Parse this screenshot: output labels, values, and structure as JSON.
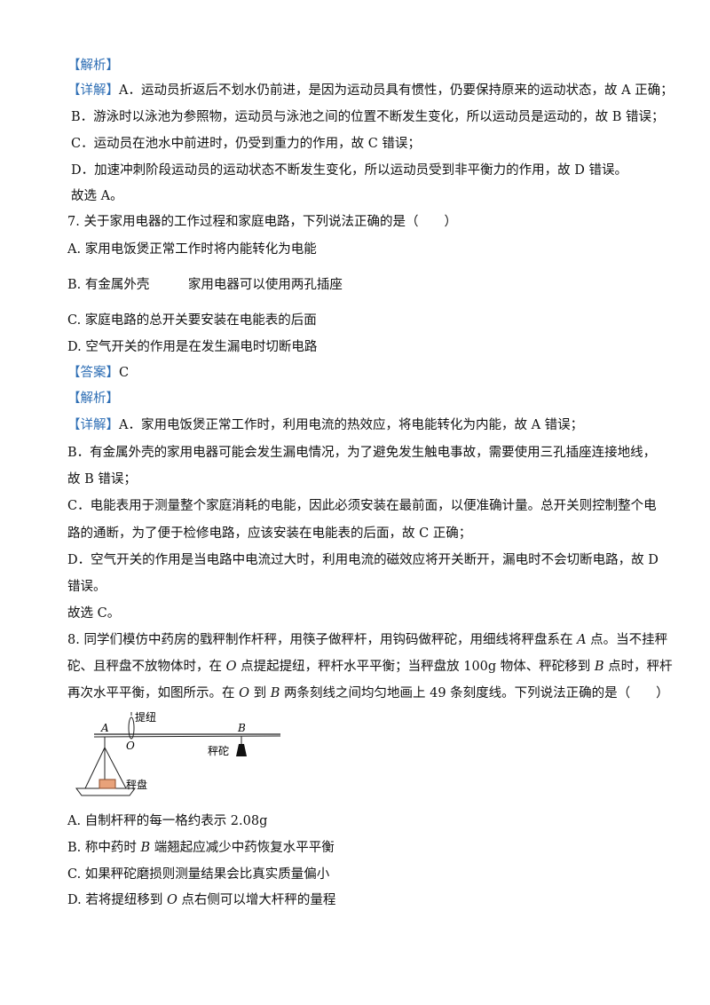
{
  "section_prev": {
    "analysis_tag": "【解析】",
    "detail_tag": "【详解】",
    "line_a": "A．运动员折返后不划水仍前进，是因为运动员具有惯性，仍要保持原来的运动状态，故 A 正确；",
    "line_b": "B．游泳时以泳池为参照物，运动员与泳池之间的位置不断发生变化，所以运动员是运动的，故 B 错误；",
    "line_c": "C．运动员在池水中前进时，仍受到重力的作用，故 C 错误；",
    "line_d": "D．加速冲刺阶段运动员的运动状态不断发生变化，所以运动员受到非平衡力的作用，故 D 错误。",
    "conclusion": "故选 A。"
  },
  "q7": {
    "stem": "7. 关于家用电器的工作过程和家庭电路，下列说法正确的是（　　）",
    "options": [
      "A. 家用电饭煲正常工作时将内能转化为电能",
      "B. 有金属外壳　　　家用电器可以使用两孔插座",
      "C. 家庭电路的总开关要安装在电能表的后面",
      "D. 空气开关的作用是在发生漏电时切断电路"
    ],
    "answer_tag": "【答案】",
    "answer": "C",
    "analysis_tag": "【解析】",
    "detail_tag": "【详解】",
    "detail_a": "A．家用电饭煲正常工作时，利用电流的热效应，将电能转化为内能，故 A 错误；",
    "detail_b1": "B．有金属外壳的家用电器可能会发生漏电情况，为了避免发生触电事故，需要使用三孔插座连接地线，",
    "detail_b2": "故 B 错误；",
    "detail_c1": "C．电能表用于测量整个家庭消耗的电能，因此必须安装在最前面，以便准确计量。总开关则控制整个电",
    "detail_c2": "路的通断，为了便于检修电路，应该安装在电能表的后面，故 C 正确；",
    "detail_d1": "D．空气开关的作用是当电路中电流过大时，利用电流的磁效应将开关断开，漏电时不会切断电路，故 D",
    "detail_d2": "错误。",
    "conclusion": "故选 C。"
  },
  "q8": {
    "stem1a": "8. 同学们模仿中药房的戥秤制作杆秤，用筷子做秤杆，用钩码做秤砣，用细线将秤盘系在 ",
    "stem1_pointA": "A",
    "stem1b": " 点。当不挂秤",
    "stem2a": "砣、且秤盘不放物体时，在 ",
    "stem2_pointO": "O",
    "stem2b": " 点提起提纽，秤杆水平平衡；当秤盘放 100g 物体、秤砣移到 ",
    "stem2_pointB": "B",
    "stem2c": " 点时，秤杆",
    "stem3a": "再次水平平衡，如图所示。在 ",
    "stem3_pointO": "O",
    "stem3b": " 到 ",
    "stem3_pointB": "B",
    "stem3c": " 两条刻线之间均匀地画上 49 条刻度线。下列说法正确的是（　　）",
    "figure": {
      "label_knob": "提纽",
      "label_A": "A",
      "label_O": "O",
      "label_B": "B",
      "label_weight": "秤砣",
      "label_pan": "秤盘"
    },
    "option_a": "A. 自制杆秤的每一格约表示 2.08g",
    "option_b_pre": "B. 称中药时 ",
    "option_b_point": "B",
    "option_b_post": " 端翘起应减少中药恢复水平平衡",
    "option_c": "C. 如果秤砣磨损则测量结果会比真实质量偏小",
    "option_d_pre": "D. 若将提纽移到 ",
    "option_d_point": "O",
    "option_d_post": " 点右侧可以增大杆秤的量程"
  }
}
